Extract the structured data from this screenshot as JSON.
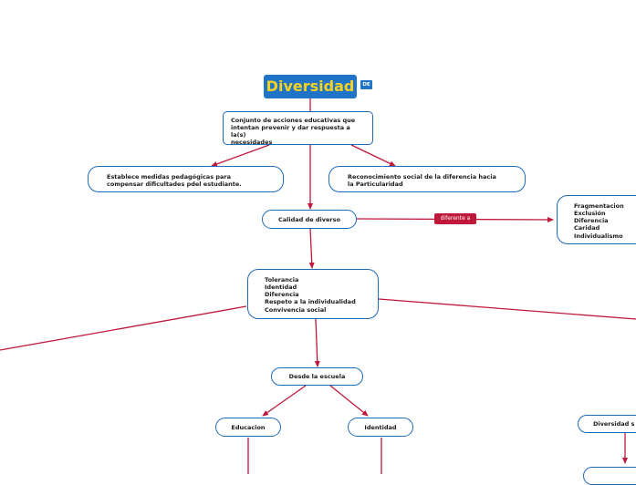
{
  "root": {
    "title": "Diversidad",
    "badge": "DE"
  },
  "definition": "Conjunto de acciones educativas que\nintentan prevenir y dar respuesta a la(s)\nnecesidades",
  "left_branch": "Establece medidas pedagógicas para\ncompensar dificultades pdel estudiante.",
  "right_branch": "Reconocimiento social de la diferencia hacia\nla Particularidad",
  "quality": "Calidad de diverso",
  "relation_label": "diferente a",
  "opposites": "Fragmentacion\nExclusión\nDiferencia\nCaridad\nIndividualismo",
  "values": "Tolerancia\nIdentidad\nDiferencia\nRespeto a la individualidad\nConvivencia social",
  "school": "Desde la  escuela",
  "education": "Educacion",
  "identity": "Identidad",
  "diversity_partial": "Diversidad s",
  "colors": {
    "node_border": "#1e6bb8",
    "connector": "#c0183a",
    "title_bg": "#1f74c7",
    "title_text": "#f6d21f"
  }
}
